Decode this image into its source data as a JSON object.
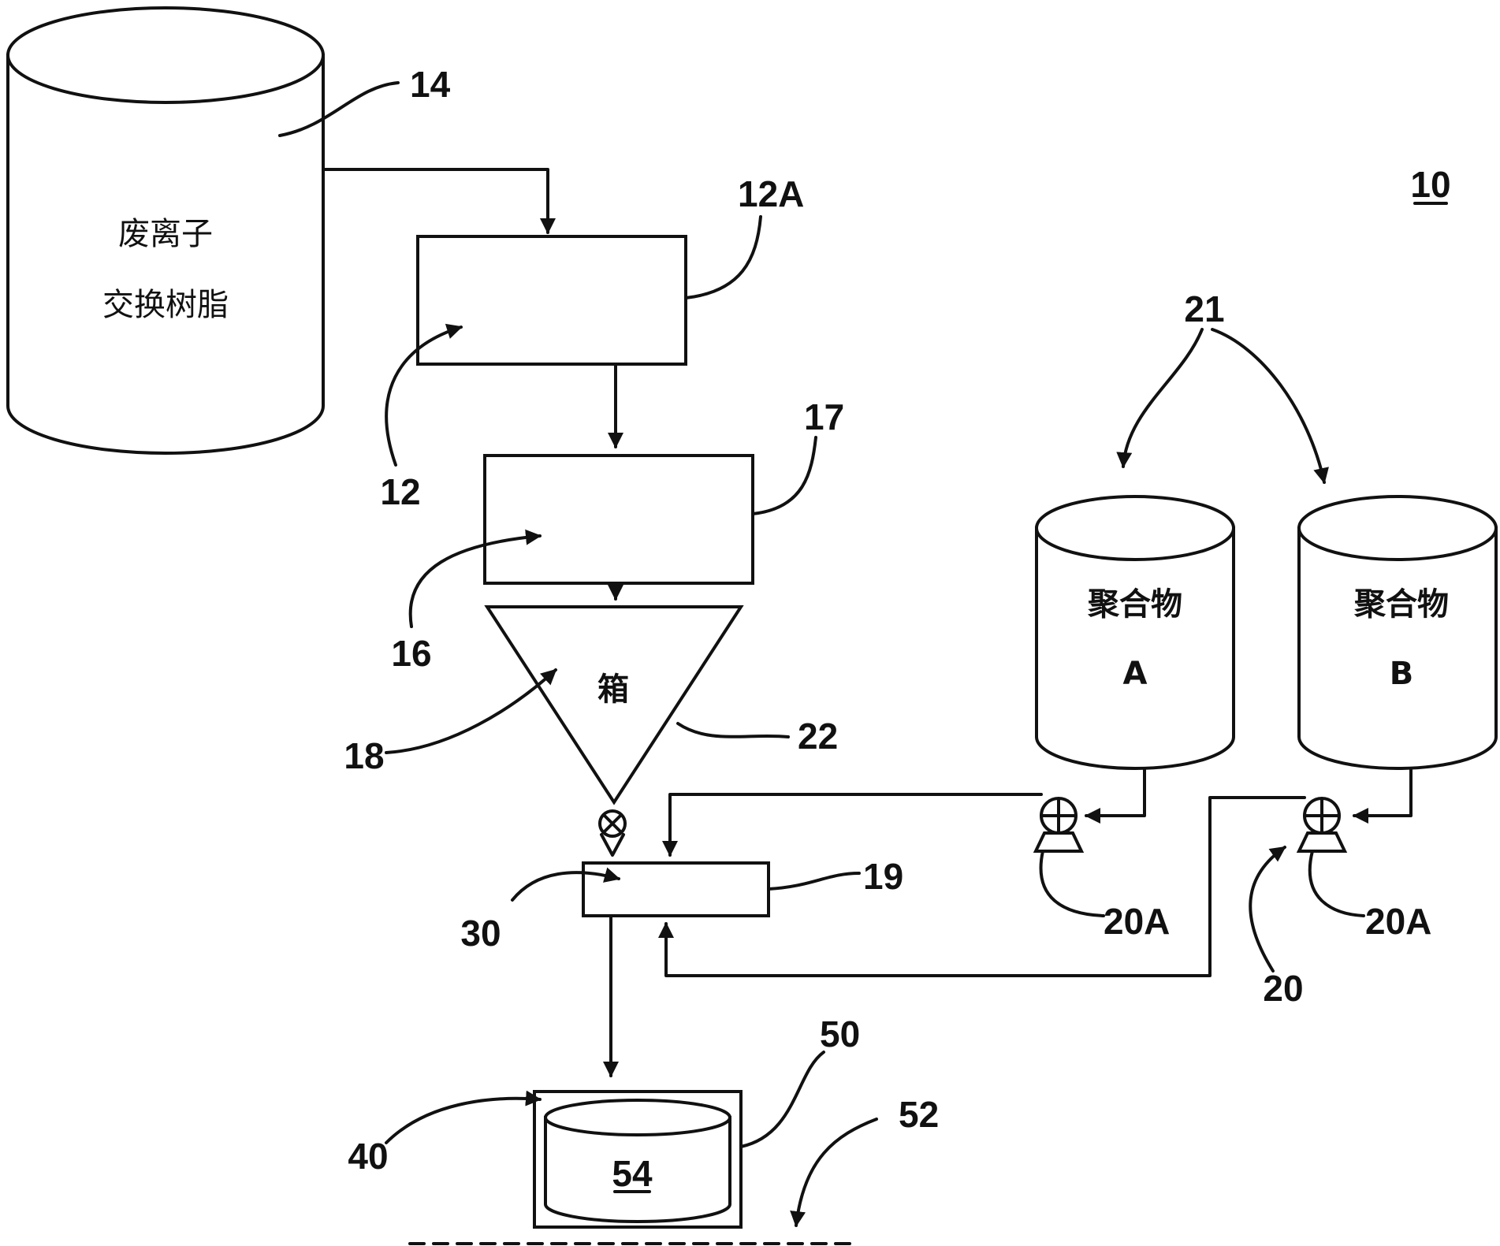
{
  "reference_labels": {
    "system": "10",
    "waste_resin_tank": "14",
    "unit_12a": "12A",
    "unit_12": "12",
    "unit_17": "17",
    "unit_16": "16",
    "hopper_18": "18",
    "hopper_22": "22",
    "polymers_21": "21",
    "mixer_19": "19",
    "mixer_30": "30",
    "pump_a": "20A",
    "pump_b": "20A",
    "feed_20": "20",
    "container_50": "50",
    "container_40": "40",
    "drum_54": "54",
    "surface_52": "52"
  },
  "texts": {
    "waste_resin_line1": "废离子",
    "waste_resin_line2": "交换树脂",
    "hopper": "箱",
    "polymer_a_line1": "聚合物",
    "polymer_a_line2": "A",
    "polymer_b_line1": "聚合物",
    "polymer_b_line2": "B"
  },
  "colors": {
    "ink": "#111111",
    "background": "#ffffff"
  }
}
